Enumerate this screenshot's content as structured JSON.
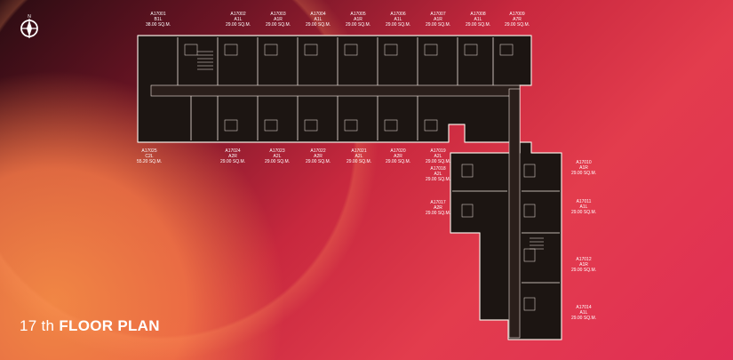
{
  "title": {
    "prefix": "17 th",
    "bold": "FLOOR PLAN"
  },
  "colors": {
    "wall": "#1c1512",
    "outline": "#f3e7e0",
    "text": "#ffffff"
  },
  "top_units": [
    {
      "code": "A17001",
      "type": "B1L",
      "area": "38.00 SQ.M."
    },
    {
      "code": "A17002",
      "type": "A1L",
      "area": "29.00 SQ.M."
    },
    {
      "code": "A17003",
      "type": "A1R",
      "area": "29.00 SQ.M."
    },
    {
      "code": "A17004",
      "type": "A1L",
      "area": "29.00 SQ.M."
    },
    {
      "code": "A17005",
      "type": "A1R",
      "area": "29.00 SQ.M."
    },
    {
      "code": "A17006",
      "type": "A1L",
      "area": "29.00 SQ.M."
    },
    {
      "code": "A17007",
      "type": "A1R",
      "area": "29.00 SQ.M."
    },
    {
      "code": "A17008",
      "type": "A1L",
      "area": "29.00 SQ.M."
    },
    {
      "code": "A17009",
      "type": "A7R",
      "area": "29.00 SQ.M."
    }
  ],
  "bottom_units": [
    {
      "code": "A17025",
      "type": "C2L",
      "area": "55.20 SQ.M."
    },
    {
      "code": "A17024",
      "type": "A2R",
      "area": "29.00 SQ.M."
    },
    {
      "code": "A17023",
      "type": "A2L",
      "area": "29.00 SQ.M."
    },
    {
      "code": "A17022",
      "type": "A2R",
      "area": "29.00 SQ.M."
    },
    {
      "code": "A17021",
      "type": "A2L",
      "area": "29.00 SQ.M."
    },
    {
      "code": "A17020",
      "type": "A2R",
      "area": "29.00 SQ.M."
    },
    {
      "code": "A17019",
      "type": "A2L",
      "area": "29.00 SQ.M."
    }
  ],
  "wing_left_units": [
    {
      "code": "A17018",
      "type": "A2L",
      "area": "29.00 SQ.M."
    },
    {
      "code": "A17017",
      "type": "A2R",
      "area": "29.00 SQ.M."
    }
  ],
  "wing_right_units": [
    {
      "code": "A17010",
      "type": "A1R",
      "area": "29.00 SQ.M."
    },
    {
      "code": "A17011",
      "type": "A1L",
      "area": "29.00 SQ.M."
    },
    {
      "code": "A17012",
      "type": "A1R",
      "area": "29.00 SQ.M."
    },
    {
      "code": "A17014",
      "type": "A1L",
      "area": "29.00 SQ.M."
    }
  ]
}
